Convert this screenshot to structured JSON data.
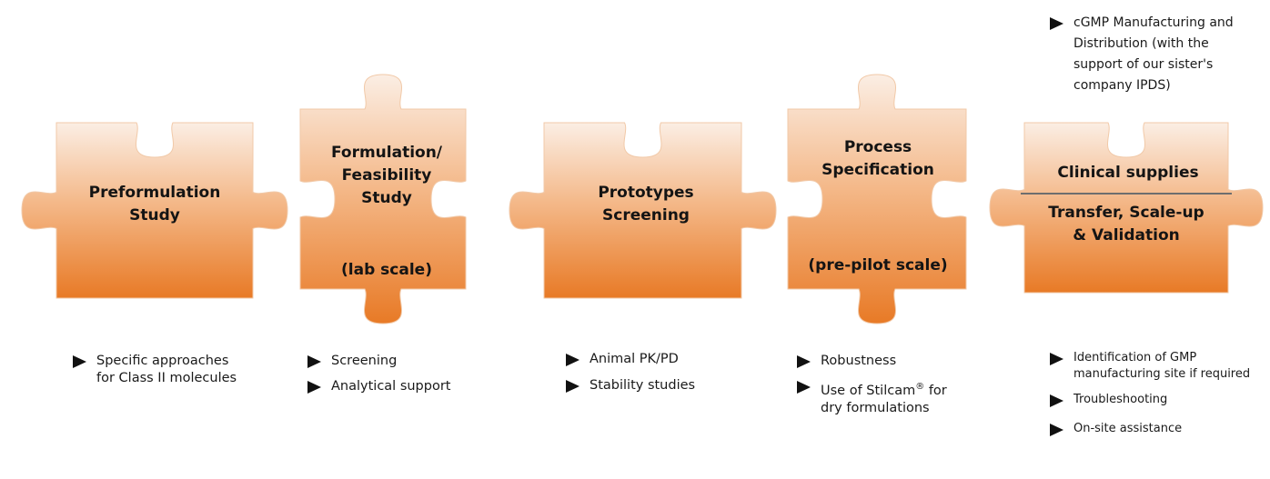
{
  "colors": {
    "piece_top": "#fbeee4",
    "piece_mid": "#f4b98a",
    "piece_bottom": "#e87a26",
    "divider": "#6e6e6e",
    "arrow": "#111111"
  },
  "pieces": [
    {
      "id": "preformulation",
      "lines": [
        "Preformulation",
        "Study"
      ],
      "sublabel": ""
    },
    {
      "id": "formulation",
      "lines": [
        "Formulation/",
        "Feasibility",
        "Study"
      ],
      "sublabel": "(lab scale)"
    },
    {
      "id": "prototypes",
      "lines": [
        "Prototypes",
        "Screening"
      ],
      "sublabel": ""
    },
    {
      "id": "process",
      "lines": [
        "Process",
        "Specification"
      ],
      "sublabel": "(pre-pilot scale)"
    },
    {
      "id": "clinical",
      "top_label": "Clinical supplies",
      "bottom_lines": [
        "Transfer, Scale-up",
        "& Validation"
      ]
    }
  ],
  "top_note": {
    "lines": [
      "cGMP Manufacturing and",
      "Distribution (with the",
      "support of  our sister's",
      "company IPDS)"
    ]
  },
  "bullet_groups": [
    {
      "id": "preformulation",
      "items": [
        {
          "lines": [
            "Specific approaches",
            "for Class II molecules"
          ]
        }
      ]
    },
    {
      "id": "formulation",
      "items": [
        {
          "lines": [
            "Screening"
          ]
        },
        {
          "lines": [
            "Analytical support"
          ]
        }
      ]
    },
    {
      "id": "prototypes",
      "items": [
        {
          "lines": [
            "Animal PK/PD"
          ]
        },
        {
          "lines": [
            "Stability studies"
          ]
        }
      ]
    },
    {
      "id": "process",
      "items": [
        {
          "lines": [
            "Robustness"
          ]
        },
        {
          "lines": [
            "Use of Stilcam",
            "dry formulations"
          ],
          "mark": "®",
          "after_mark": " for"
        }
      ]
    },
    {
      "id": "clinical",
      "items": [
        {
          "lines": [
            "Identification of GMP",
            "manufacturing site if required"
          ]
        },
        {
          "lines": [
            "Troubleshooting"
          ]
        },
        {
          "lines": [
            "On-site assistance"
          ]
        }
      ]
    }
  ]
}
